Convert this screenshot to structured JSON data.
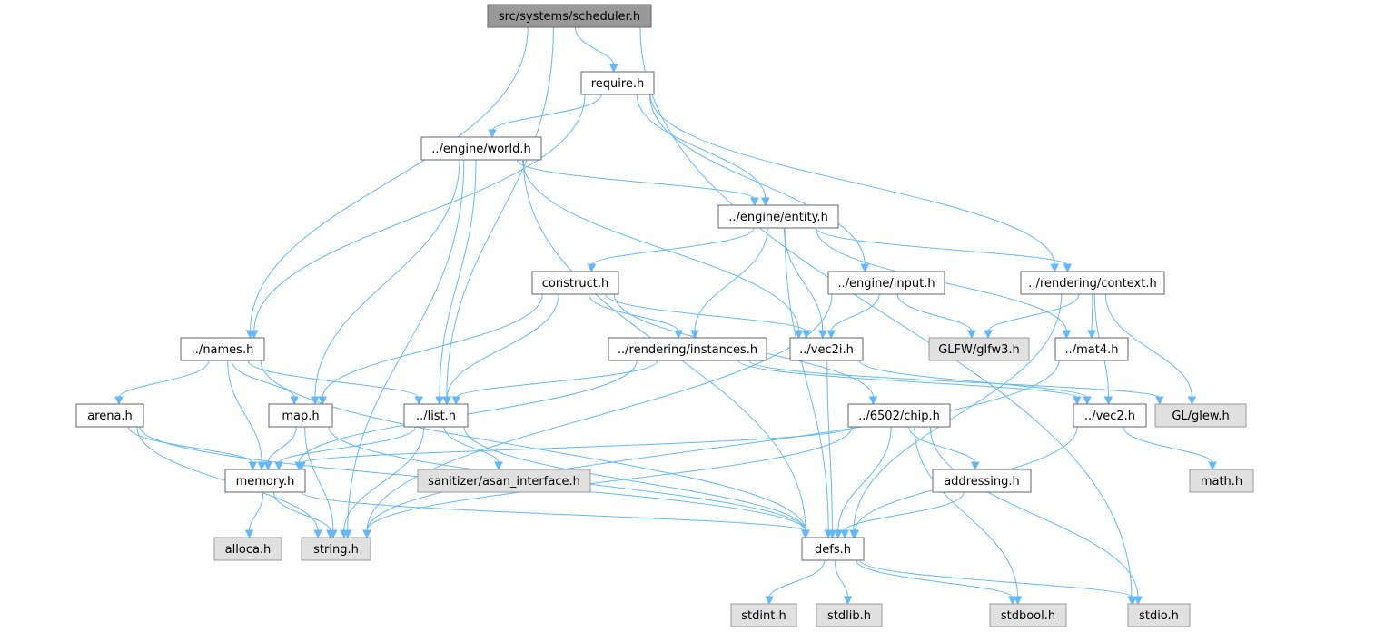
{
  "title": "src/systems/scheduler.h",
  "colors": {
    "edge": "#63b8ff",
    "root_fill": "#999999",
    "system_fill": "#e0e0e0",
    "internal_fill": "#ffffff",
    "border": "#666666"
  },
  "nodes": [
    {
      "id": "scheduler",
      "label": "src/systems/scheduler.h",
      "kind": "root"
    },
    {
      "id": "require",
      "label": "require.h",
      "kind": "internal"
    },
    {
      "id": "world",
      "label": "../engine/world.h",
      "kind": "internal"
    },
    {
      "id": "entity",
      "label": "../engine/entity.h",
      "kind": "internal"
    },
    {
      "id": "construct",
      "label": "construct.h",
      "kind": "internal"
    },
    {
      "id": "input",
      "label": "../engine/input.h",
      "kind": "internal"
    },
    {
      "id": "context",
      "label": "../rendering/context.h",
      "kind": "internal"
    },
    {
      "id": "names",
      "label": "../names.h",
      "kind": "internal"
    },
    {
      "id": "instances",
      "label": "../rendering/instances.h",
      "kind": "internal"
    },
    {
      "id": "vec2i",
      "label": "../vec2i.h",
      "kind": "internal"
    },
    {
      "id": "glfw",
      "label": "GLFW/glfw3.h",
      "kind": "system"
    },
    {
      "id": "mat4",
      "label": "../mat4.h",
      "kind": "internal"
    },
    {
      "id": "arena",
      "label": "arena.h",
      "kind": "internal"
    },
    {
      "id": "map",
      "label": "map.h",
      "kind": "internal"
    },
    {
      "id": "list",
      "label": "../list.h",
      "kind": "internal"
    },
    {
      "id": "chip",
      "label": "../6502/chip.h",
      "kind": "internal"
    },
    {
      "id": "vec2",
      "label": "../vec2.h",
      "kind": "internal"
    },
    {
      "id": "glew",
      "label": "GL/glew.h",
      "kind": "system"
    },
    {
      "id": "memory",
      "label": "memory.h",
      "kind": "internal"
    },
    {
      "id": "asan",
      "label": "sanitizer/asan_interface.h",
      "kind": "system"
    },
    {
      "id": "addressing",
      "label": "addressing.h",
      "kind": "internal"
    },
    {
      "id": "math",
      "label": "math.h",
      "kind": "system"
    },
    {
      "id": "alloca",
      "label": "alloca.h",
      "kind": "system"
    },
    {
      "id": "string",
      "label": "string.h",
      "kind": "system"
    },
    {
      "id": "defs",
      "label": "defs.h",
      "kind": "internal"
    },
    {
      "id": "stdint",
      "label": "stdint.h",
      "kind": "system"
    },
    {
      "id": "stdlib",
      "label": "stdlib.h",
      "kind": "system"
    },
    {
      "id": "stdbool",
      "label": "stdbool.h",
      "kind": "system"
    },
    {
      "id": "stdio",
      "label": "stdio.h",
      "kind": "system"
    }
  ],
  "edges": [
    [
      "scheduler",
      "require"
    ],
    [
      "scheduler",
      "names"
    ],
    [
      "scheduler",
      "list"
    ],
    [
      "scheduler",
      "stdio"
    ],
    [
      "require",
      "world"
    ],
    [
      "require",
      "entity"
    ],
    [
      "require",
      "input"
    ],
    [
      "require",
      "context"
    ],
    [
      "require",
      "names"
    ],
    [
      "world",
      "entity"
    ],
    [
      "world",
      "vec2i"
    ],
    [
      "world",
      "map"
    ],
    [
      "world",
      "list"
    ],
    [
      "world",
      "defs"
    ],
    [
      "world",
      "string"
    ],
    [
      "entity",
      "construct"
    ],
    [
      "entity",
      "instances"
    ],
    [
      "entity",
      "vec2i"
    ],
    [
      "entity",
      "mat4"
    ],
    [
      "entity",
      "context"
    ],
    [
      "entity",
      "defs"
    ],
    [
      "construct",
      "instances"
    ],
    [
      "construct",
      "vec2i"
    ],
    [
      "construct",
      "map"
    ],
    [
      "construct",
      "list"
    ],
    [
      "construct",
      "chip"
    ],
    [
      "input",
      "vec2i"
    ],
    [
      "input",
      "glfw"
    ],
    [
      "input",
      "string"
    ],
    [
      "context",
      "glfw"
    ],
    [
      "context",
      "mat4"
    ],
    [
      "context",
      "vec2"
    ],
    [
      "context",
      "glew"
    ],
    [
      "context",
      "defs"
    ],
    [
      "names",
      "arena"
    ],
    [
      "names",
      "map"
    ],
    [
      "names",
      "list"
    ],
    [
      "names",
      "memory"
    ],
    [
      "names",
      "defs"
    ],
    [
      "instances",
      "list"
    ],
    [
      "instances",
      "memory"
    ],
    [
      "instances",
      "vec2"
    ],
    [
      "instances",
      "glew"
    ],
    [
      "vec2i",
      "vec2"
    ],
    [
      "vec2i",
      "defs"
    ],
    [
      "mat4",
      "string"
    ],
    [
      "arena",
      "memory"
    ],
    [
      "arena",
      "string"
    ],
    [
      "arena",
      "defs"
    ],
    [
      "map",
      "memory"
    ],
    [
      "map",
      "string"
    ],
    [
      "map",
      "defs"
    ],
    [
      "list",
      "memory"
    ],
    [
      "list",
      "asan"
    ],
    [
      "list",
      "string"
    ],
    [
      "list",
      "defs"
    ],
    [
      "chip",
      "memory"
    ],
    [
      "chip",
      "addressing"
    ],
    [
      "chip",
      "defs"
    ],
    [
      "chip",
      "string"
    ],
    [
      "chip",
      "stdbool"
    ],
    [
      "chip",
      "stdio"
    ],
    [
      "vec2",
      "math"
    ],
    [
      "vec2",
      "defs"
    ],
    [
      "memory",
      "alloca"
    ],
    [
      "memory",
      "string"
    ],
    [
      "memory",
      "defs"
    ],
    [
      "addressing",
      "defs"
    ],
    [
      "defs",
      "stdint"
    ],
    [
      "defs",
      "stdlib"
    ],
    [
      "defs",
      "stdbool"
    ],
    [
      "defs",
      "stdio"
    ]
  ]
}
